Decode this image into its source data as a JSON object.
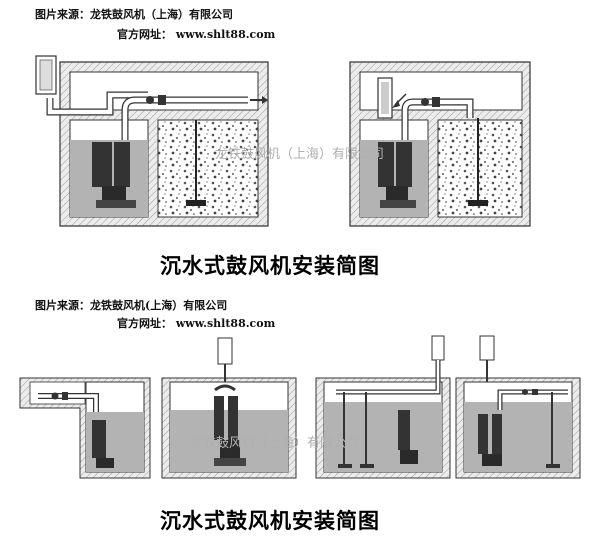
{
  "top": {
    "source_line": "图片来源：龙铁鼓风机（上海）有限公司",
    "url_line": "官方网址： www.shlt88.com",
    "watermark": "龙铁鼓风机（上海）有限公司",
    "caption": "沉水式鼓风机安装简图"
  },
  "bottom": {
    "source_line": "图片来源：龙铁鼓风机(上海）有限公司",
    "url_line": "官方网址： www.shlt88.com",
    "watermark": "龙铁鼓风机（上海）有限公司",
    "caption": "沉水式鼓风机安装简图"
  },
  "colors": {
    "wall_fill": "#e9e9e9",
    "wall_stroke": "#333333",
    "water": "#b3b3b3",
    "blower_dark": "#2f2f2f",
    "pipe": "#ffffff"
  }
}
